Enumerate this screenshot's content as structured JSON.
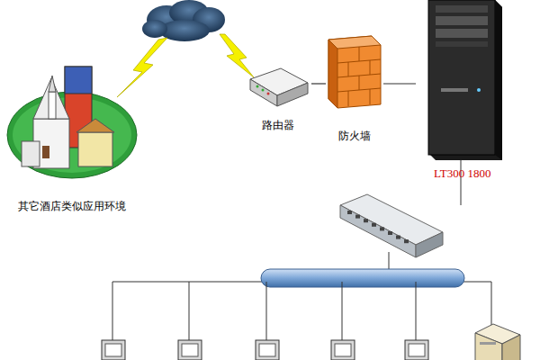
{
  "diagram": {
    "nodes": [
      {
        "text": [
          "其它酒店类似应用环境"
        ]
      },
      {
        "text": [
          "路由器"
        ]
      },
      {
        "text": [
          "防火墙"
        ]
      },
      {
        "text": [
          "LT300 1800"
        ]
      }
    ],
    "edges": [
      {
        "from": 1,
        "to": 2,
        "arrow": "none"
      },
      {
        "from": 2,
        "to": 3,
        "arrow": "none"
      }
    ]
  }
}
